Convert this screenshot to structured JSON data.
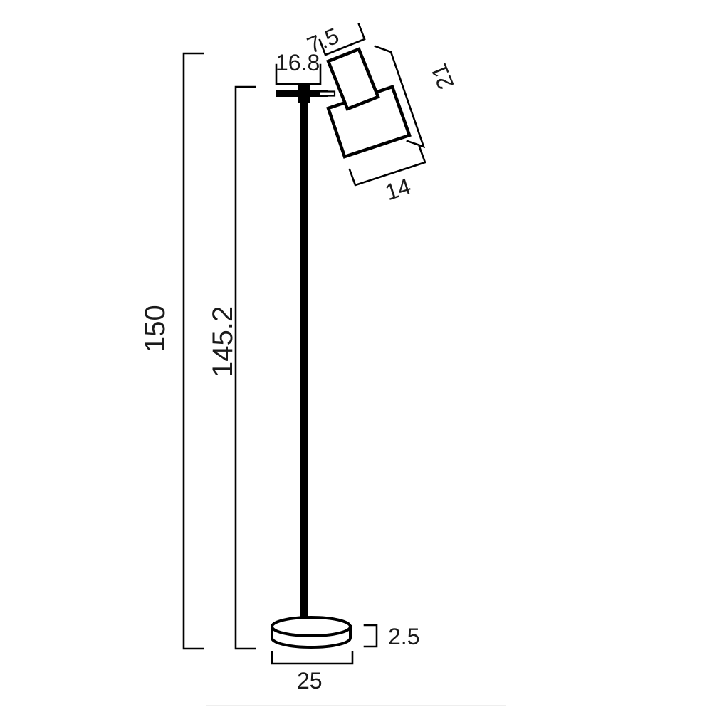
{
  "drawing": {
    "title": "Floor lamp technical dimension drawing",
    "product": "adjustable-head floor lamp",
    "units": "cm",
    "line_color": "#000000",
    "fill_color": "#ffffff",
    "background_color": "#ffffff",
    "divider_color": "#e8e8e8"
  },
  "dimensions": {
    "overall_height": "150",
    "pole_height": "145.2",
    "arm_length": "16.8",
    "head_width": "7.5",
    "shade_height": "21",
    "shade_width": "14",
    "base_height": "2.5",
    "base_diameter": "25"
  },
  "labels": [
    {
      "id": "overall-height",
      "value": "150",
      "rotation": -90
    },
    {
      "id": "pole-height",
      "value": "145.2",
      "rotation": -90
    },
    {
      "id": "arm-length",
      "value": "16.8",
      "rotation": 0
    },
    {
      "id": "head-width",
      "value": "7.5",
      "rotation": -22
    },
    {
      "id": "shade-height",
      "value": "21",
      "rotation": -112
    },
    {
      "id": "shade-width",
      "value": "14",
      "rotation": -18
    },
    {
      "id": "base-height",
      "value": "2.5",
      "rotation": 0
    },
    {
      "id": "base-diameter",
      "value": "25",
      "rotation": 0
    }
  ]
}
